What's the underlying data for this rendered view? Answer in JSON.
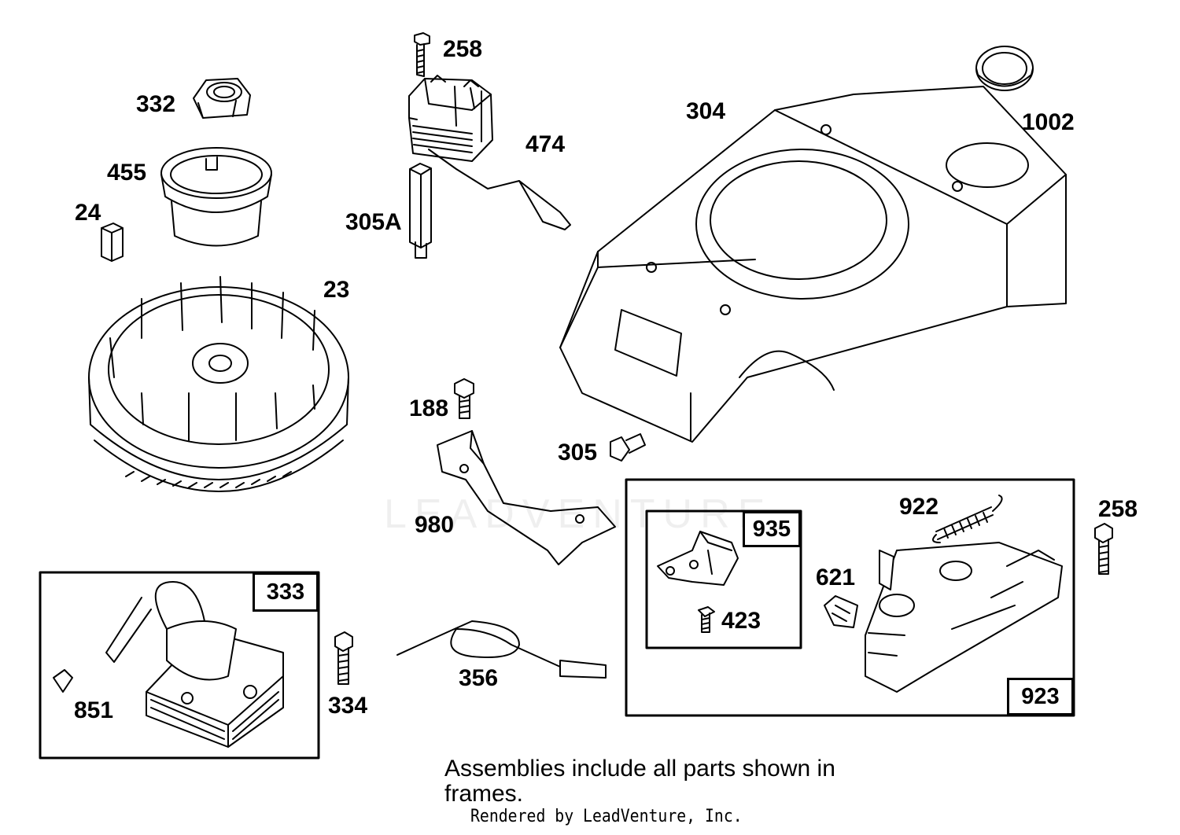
{
  "labels": {
    "p258a": "258",
    "p332": "332",
    "p474": "474",
    "p304": "304",
    "p1002": "1002",
    "p455": "455",
    "p24": "24",
    "p305A": "305A",
    "p23": "23",
    "p188": "188",
    "p305": "305",
    "p980": "980",
    "p922": "922",
    "p258b": "258",
    "p621": "621",
    "p423": "423",
    "p851": "851",
    "p334": "334",
    "p356": "356"
  },
  "frames": {
    "f333": "333",
    "f935": "935",
    "f923": "923"
  },
  "note": "Assemblies include all parts shown in frames.",
  "rendered_by": "Rendered by LeadVenture, Inc.",
  "watermark": "LEADVENTURE"
}
